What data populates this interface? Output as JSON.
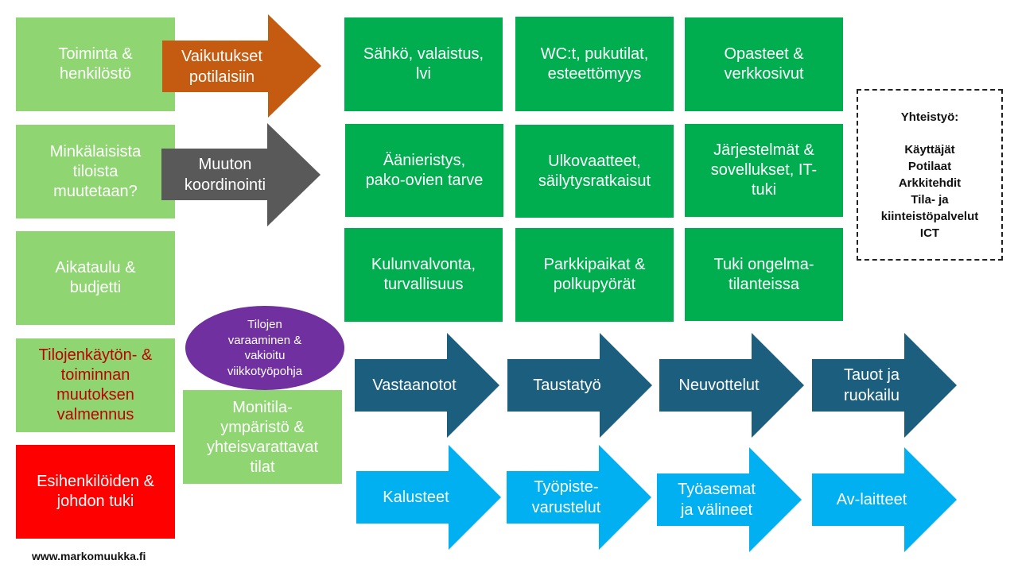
{
  "colors": {
    "light_green": "#8fd672",
    "dark_green": "#00ad4f",
    "red": "#ff0000",
    "orange_arrow": "#c55a11",
    "gray_arrow": "#595959",
    "navy_arrow": "#1b5e7e",
    "cyan_arrow": "#00b0f0",
    "purple": "#7030a0",
    "red_text": "#c00000"
  },
  "left_column": [
    {
      "label": "Toiminta &\nhenkilöstö"
    },
    {
      "label": "Minkälaisista\ntiloista\nmuutetaan?"
    },
    {
      "label": "Aikataulu &\nbudjetti"
    },
    {
      "label": "Tilojenkäytön- &\ntoiminnan\nmuutoksen\nvalmennus"
    },
    {
      "label": "Esihenkilöiden &\njohdon tuki"
    }
  ],
  "top_arrows": [
    {
      "label": "Vaikutukset\npotilaisiin"
    },
    {
      "label": "Muuton\nkoordinointi"
    }
  ],
  "grid": [
    {
      "label": "Sähkö, valaistus,\nlvi"
    },
    {
      "label": "WC:t, pukutilat,\nesteettömyys"
    },
    {
      "label": "Opasteet &\nverkkosivut"
    },
    {
      "label": "Äänieristys,\npako-ovien tarve"
    },
    {
      "label": "Ulkovaatteet,\nsäilytysratkaisut"
    },
    {
      "label": "Järjestelmät  &\nsovellukset, IT-\ntuki"
    },
    {
      "label": "Kulunvalvonta,\nturvallisuus"
    },
    {
      "label": "Parkkipaikat &\npolkupyörät"
    },
    {
      "label": "Tuki ongelma-\ntilanteissa"
    }
  ],
  "collaboration": {
    "title": "Yhteistyö:",
    "items": [
      "Käyttäjät",
      "Potilaat",
      "Arkkitehdit",
      "Tila- ja",
      "kiinteistöpalvelut",
      "ICT"
    ]
  },
  "ellipse": {
    "label": "Tilojen\nvaraaminen &\nvakioitu\nviikkotyöpohja"
  },
  "multispace": {
    "label": "Monitila-\nympäristö &\nyhteisvarattavat\ntilat"
  },
  "work_arrows": [
    {
      "label": "Vastaanotot"
    },
    {
      "label": "Taustatyö"
    },
    {
      "label": "Neuvottelut"
    },
    {
      "label": "Tauot ja\nruokailu"
    }
  ],
  "equipment_arrows": [
    {
      "label": "Kalusteet"
    },
    {
      "label": "Työpiste-\nvarustelut"
    },
    {
      "label": "Työasemat\nja välineet"
    },
    {
      "label": "Av-laitteet"
    }
  ],
  "footer": {
    "website": "www.markomuukka.fi"
  }
}
